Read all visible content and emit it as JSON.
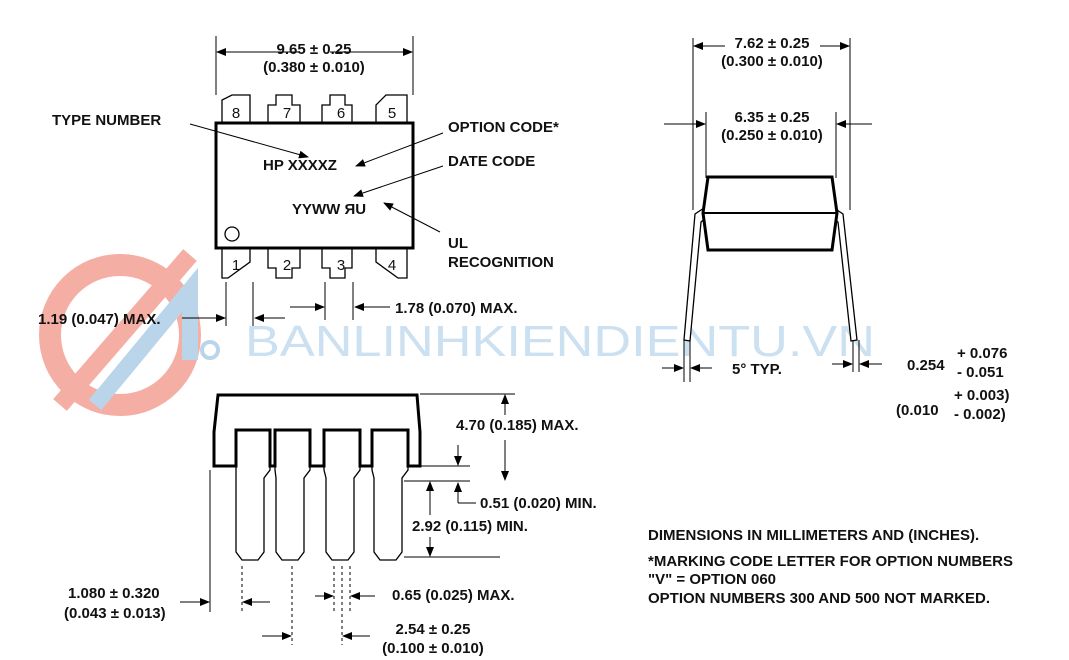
{
  "watermark": {
    "text": "BANLINHKIENDIENTU.VN",
    "colors": {
      "red": "#f29a8e",
      "blue": "#a9cbe6"
    }
  },
  "top_view": {
    "width_mm": "9.65 ± 0.25",
    "width_in": "(0.380 ± 0.010)",
    "pins_top": [
      "8",
      "7",
      "6",
      "5"
    ],
    "pins_bottom": [
      "1",
      "2",
      "3",
      "4"
    ],
    "type_number_label": "TYPE NUMBER",
    "type_number_value": "HP XXXXZ",
    "option_code_label": "OPTION CODE*",
    "date_code_label": "DATE CODE",
    "date_code_value": "YYWW ЯU",
    "ul_label_1": "UL",
    "ul_label_2": "RECOGNITION",
    "pin_width_max": "1.78 (0.070) MAX.",
    "end_lead_max": "1.19 (0.047) MAX."
  },
  "side_view": {
    "outer_mm": "7.62 ± 0.25",
    "outer_in": "(0.300 ± 0.010)",
    "inner_mm": "6.35 ± 0.25",
    "inner_in": "(0.250 ± 0.010)",
    "angle": "5° TYP.",
    "lead_thk": "0.254",
    "lead_thk_plus": "+ 0.076",
    "lead_thk_minus": "- 0.051",
    "lead_thk_in": "(0.010",
    "lead_thk_in_plus": "+ 0.003)",
    "lead_thk_in_minus": "- 0.002)"
  },
  "front_view": {
    "height_max": "4.70 (0.185) MAX.",
    "standoff_min": "0.51 (0.020) MIN.",
    "lead_len_min": "2.92 (0.115) MIN.",
    "end_mm": "1.080 ± 0.320",
    "end_in": "(0.043 ± 0.013)",
    "lead_w_max": "0.65 (0.025) MAX.",
    "pitch_mm": "2.54 ± 0.25",
    "pitch_in": "(0.100 ± 0.010)"
  },
  "notes": [
    "DIMENSIONS IN MILLIMETERS AND (INCHES).",
    "*MARKING CODE LETTER FOR OPTION NUMBERS",
    "\"V\" = OPTION 060",
    "OPTION NUMBERS 300 AND 500 NOT MARKED."
  ]
}
